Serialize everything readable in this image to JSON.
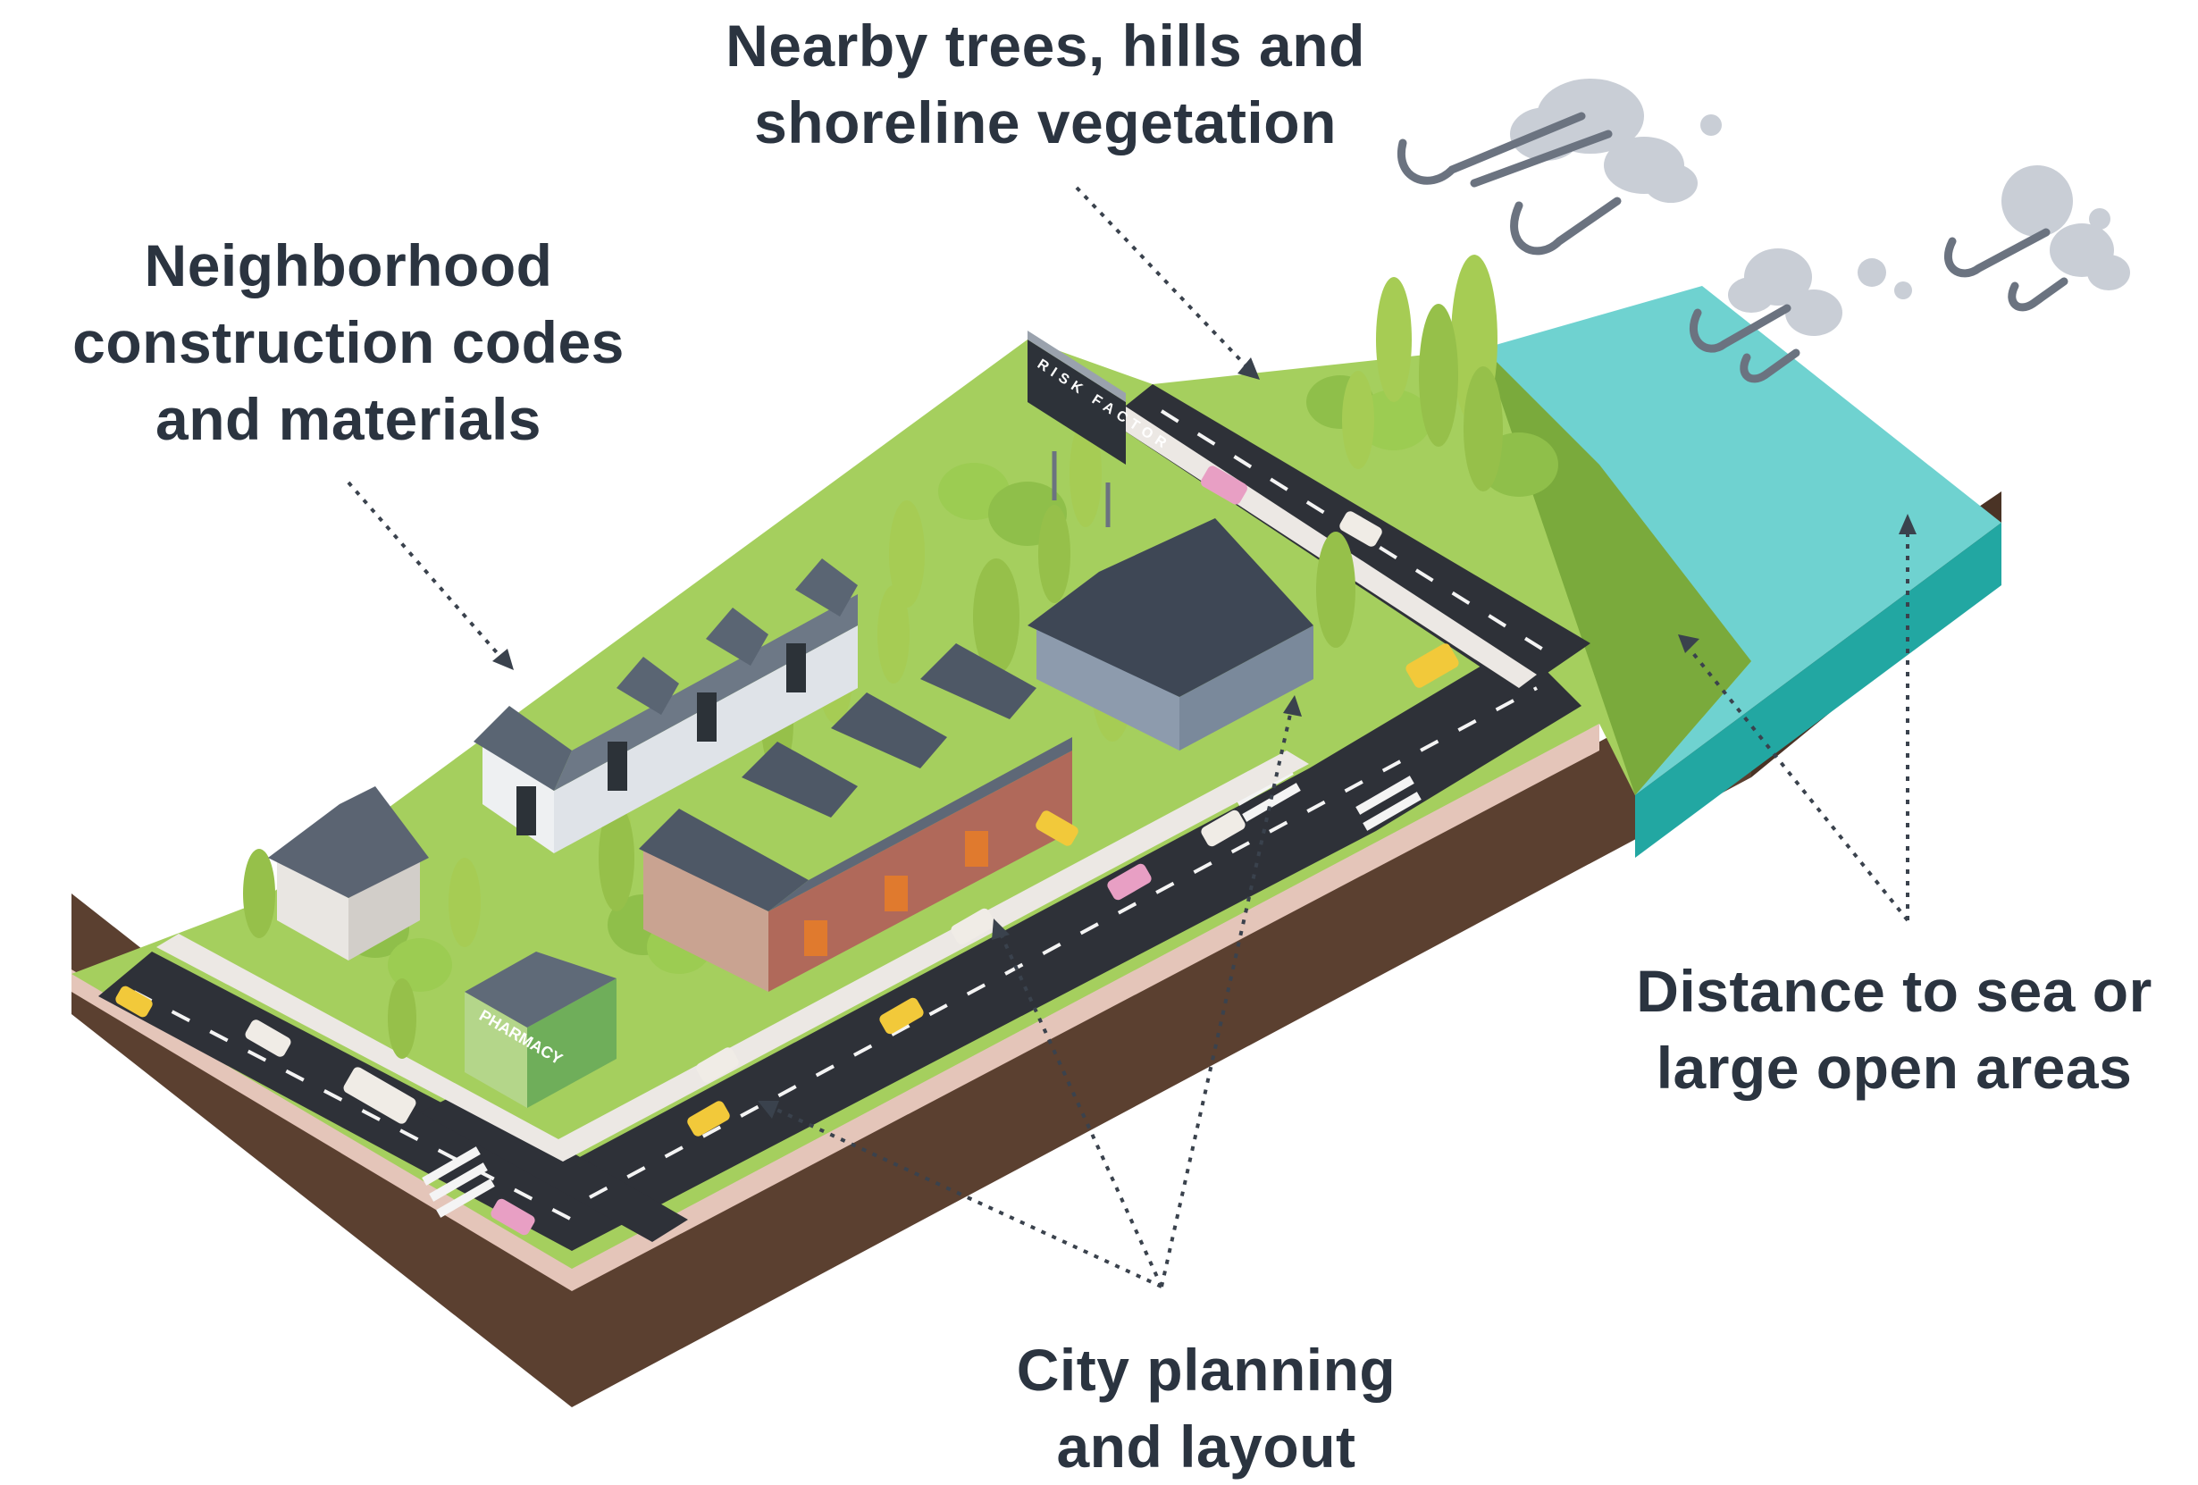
{
  "labels": {
    "trees": {
      "line1": "Nearby trees, hills and",
      "line2": "shoreline vegetation"
    },
    "codes": {
      "line1": "Neighborhood",
      "line2": "construction codes",
      "line3": "and materials"
    },
    "sea": {
      "line1": "Distance to sea or",
      "line2": "large open areas"
    },
    "city": {
      "line1": "City planning",
      "line2": "and layout"
    }
  },
  "billboard": {
    "text": "RISK FACTOR"
  },
  "shop_sign": {
    "text": "PHARMACY"
  },
  "colors": {
    "text": "#2b3440",
    "soil": "#5b4030",
    "grass": "#9bc657",
    "road": "#2e3138",
    "sea": "#4fc3c2",
    "sidewalk": "#e6c9bd",
    "cloud": "#c9ced6"
  }
}
